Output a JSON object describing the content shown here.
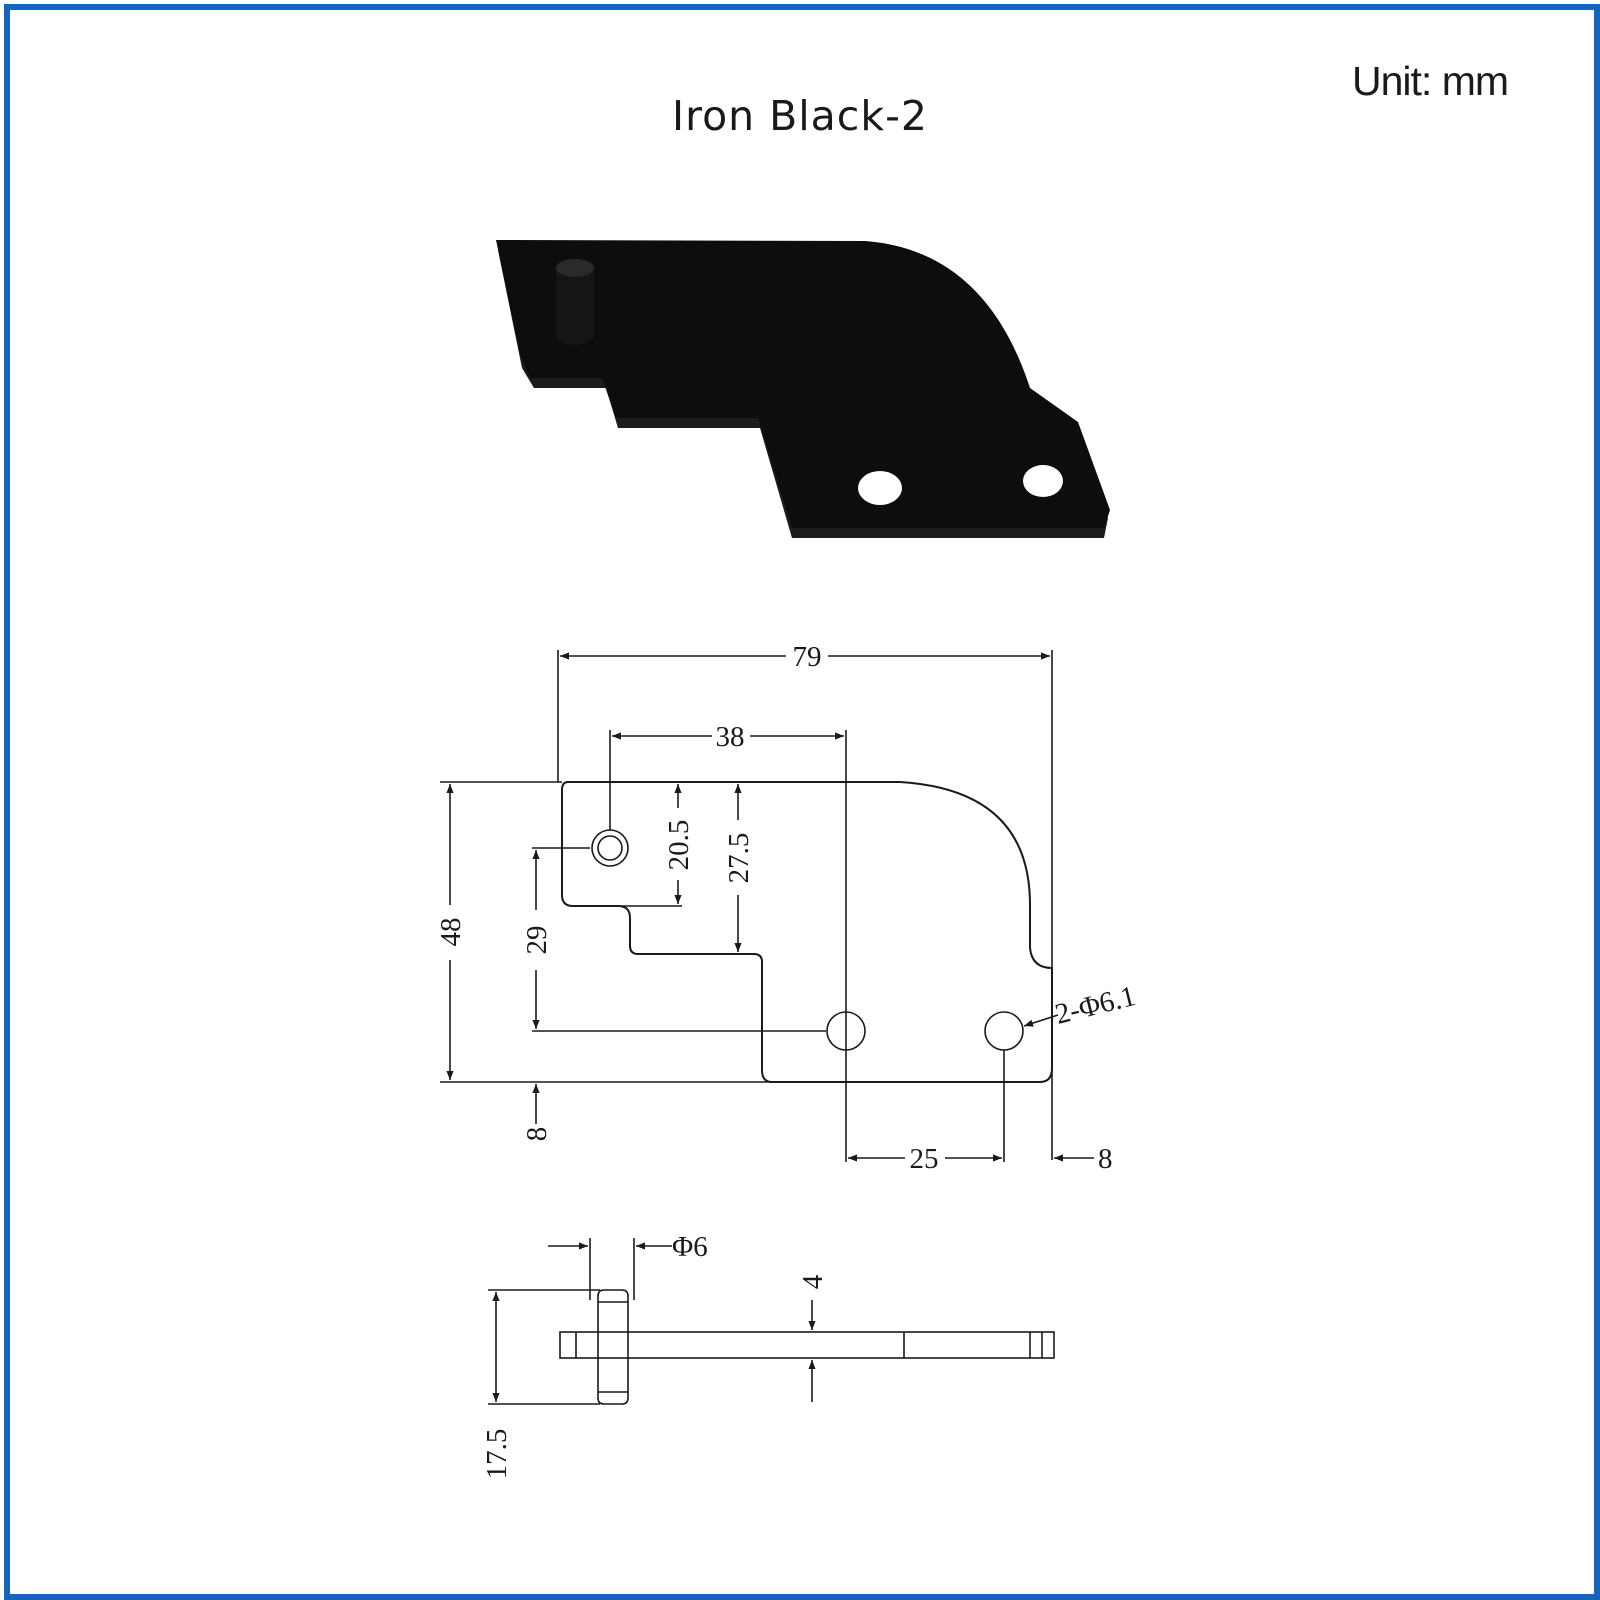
{
  "title": "Iron Black-2",
  "unit_label": "Unit:  mm",
  "colors": {
    "frame": "#1565c0",
    "part": "#0d0d0d",
    "line": "#1a1a1a"
  },
  "top_view": {
    "overall_width": "79",
    "pin_to_hole": "38",
    "pin_to_top_edge": "20.5",
    "step_depth": "27.5",
    "overall_height": "48",
    "pin_to_hole_row": "29",
    "bottom_offset": "8",
    "hole_spacing": "25",
    "right_offset": "8",
    "hole_callout": "2-Φ6.1"
  },
  "side_view": {
    "pin_diameter": "Φ6",
    "plate_thickness": "4",
    "pin_length": "17.5"
  }
}
